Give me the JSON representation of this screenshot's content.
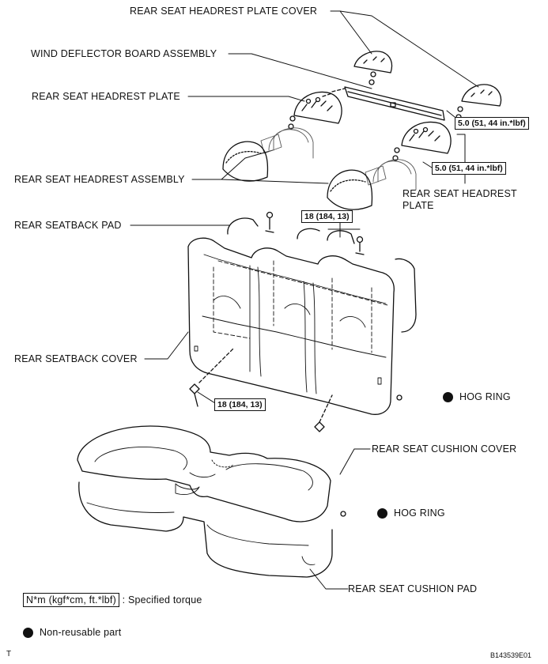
{
  "labels": {
    "headrest_plate_cover": "REAR SEAT HEADREST PLATE COVER",
    "wind_deflector": "WIND DEFLECTOR BOARD ASSEMBLY",
    "headrest_plate_left": "REAR SEAT HEADREST PLATE",
    "headrest_assembly": "REAR SEAT HEADREST ASSEMBLY",
    "headrest_plate_right": "REAR SEAT HEADREST PLATE",
    "seatback_pad": "REAR SEATBACK PAD",
    "seatback_cover": "REAR SEATBACK COVER",
    "hog_ring_1": "HOG RING",
    "cushion_cover": "REAR SEAT CUSHION COVER",
    "hog_ring_2": "HOG RING",
    "cushion_pad": "REAR SEAT CUSHION PAD"
  },
  "torques": {
    "t1": "5.0 (51, 44 in.*lbf)",
    "t2": "5.0 (51, 44 in.*lbf)",
    "t3": "18 (184, 13)",
    "t4": "18 (184, 13)"
  },
  "legend": {
    "torque_unit": "N*m (kgf*cm, ft.*lbf)",
    "torque_text": ": Specified torque",
    "nonreusable": "Non-reusable part"
  },
  "footer": {
    "left_mark": "T",
    "figure_id": "B143539E01"
  }
}
